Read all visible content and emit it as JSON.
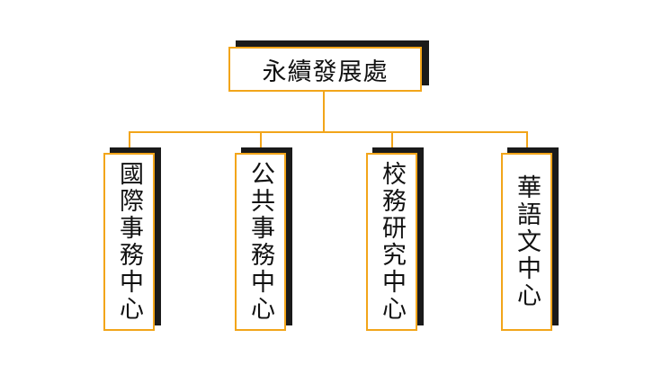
{
  "root": {
    "label": "永續發展處"
  },
  "centers": [
    {
      "label": "國際事務中心"
    },
    {
      "label": "公共事務中心"
    },
    {
      "label": "校務研究中心"
    },
    {
      "label": "華語文中心"
    }
  ],
  "colors": {
    "border": "#f2a51a",
    "connector": "#f2a51a",
    "shadow": "#1a1a1a",
    "text": "#111111"
  }
}
